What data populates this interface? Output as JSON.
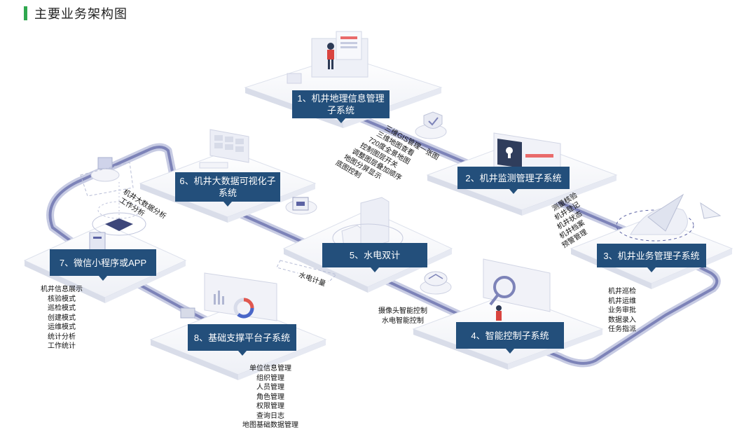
{
  "page": {
    "title": "主要业务架构图",
    "accent_color": "#2fa84f",
    "label_color": "#234f7b"
  },
  "subsystems": {
    "s1": "1、机井地理信息管理子系统",
    "s2": "2、机井监测管理子系统",
    "s3": "3、机井业务管理子系统",
    "s4": "4、智能控制子系统",
    "s5": "5、水电双计",
    "s6": "6、机井大数据可视化子系统",
    "s7": "7、微信小程序或APP",
    "s8": "8、基础支撑平台子系统"
  },
  "lists": {
    "gis": [
      "三维GIS管理一张图",
      "三维地图查看",
      "720度全景地图",
      "控制图层开关",
      "调整图层叠加顺序",
      "地图分屏显示",
      "底图控制"
    ],
    "monitor": [
      "测量核验",
      "机井登记",
      "机井状态",
      "机井档案",
      "预警管理"
    ],
    "business": [
      "机井巡检",
      "机井运维",
      "业务审批",
      "数据录入",
      "任务指派"
    ],
    "control": [
      "摄像头智能控制",
      "水电智能控制"
    ],
    "water_meter": "水电计量",
    "bigdata": [
      "机井大数据分析",
      "工作分析"
    ],
    "app": [
      "机井信息展示",
      "核验模式",
      "巡检模式",
      "创建模式",
      "运维模式",
      "统计分析",
      "工作统计"
    ],
    "platform": [
      "单位信息管理",
      "组织管理",
      "人员管理",
      "角色管理",
      "权限管理",
      "查询日志",
      "地图基础数据管理"
    ]
  },
  "icons": [
    "person-screen-icon",
    "shield-icon",
    "monitor-lock-icon",
    "paper-plane-icon",
    "building-icon",
    "camera-dome-icon",
    "magnifier-person-icon",
    "grid-screen-icon",
    "wave-meter-icon",
    "phone-app-icon",
    "bar-chart-screen-icon",
    "donut-chart-icon"
  ]
}
